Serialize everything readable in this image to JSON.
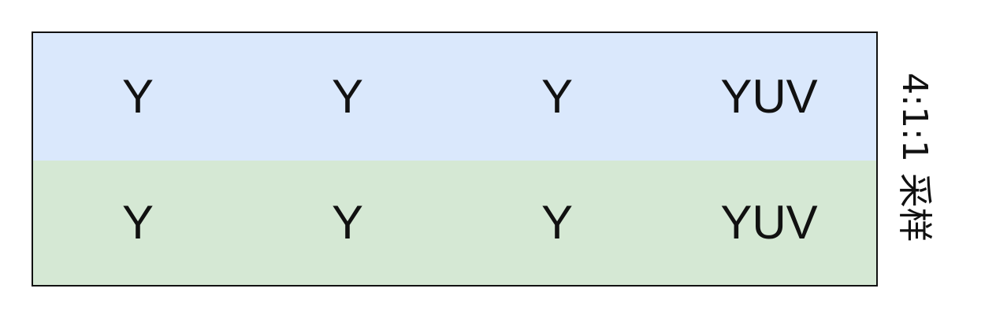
{
  "colors": {
    "top_row": "#dae8fc",
    "bottom_row": "#d5e8d4",
    "border": "#111111"
  },
  "rows": [
    {
      "cells": [
        "Y",
        "Y",
        "Y",
        "YUV"
      ]
    },
    {
      "cells": [
        "Y",
        "Y",
        "Y",
        "YUV"
      ]
    }
  ],
  "side_label": "4:1:1 采样"
}
